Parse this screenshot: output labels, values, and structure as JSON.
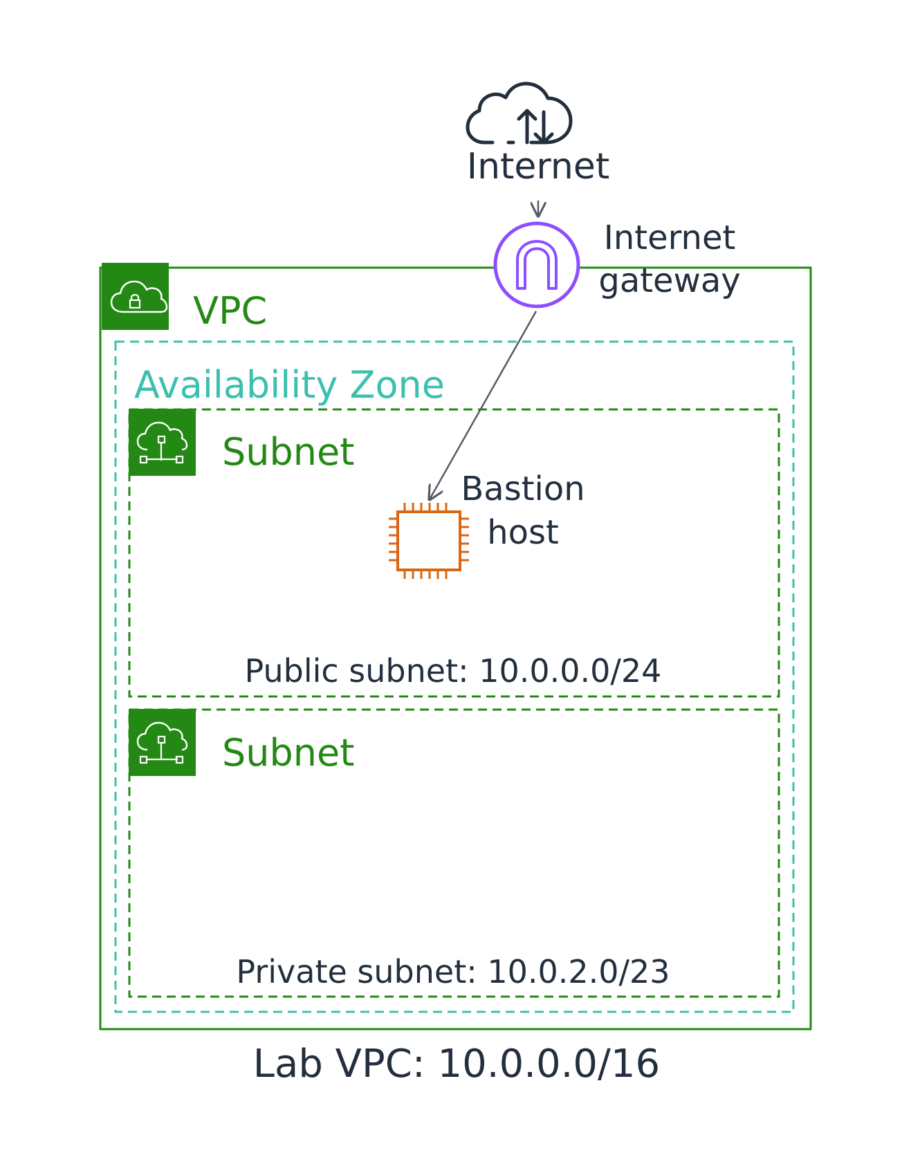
{
  "internet": {
    "label": "Internet"
  },
  "internet_gateway": {
    "label_line1": "Internet",
    "label_line2": "gateway"
  },
  "vpc": {
    "label": "VPC",
    "caption": "Lab VPC: 10.0.0.0/16"
  },
  "availability_zone": {
    "label": "Availability Zone"
  },
  "public_subnet": {
    "label": "Subnet",
    "caption": "Public subnet: 10.0.0.0/24"
  },
  "private_subnet": {
    "label": "Subnet",
    "caption": "Private subnet: 10.0.2.0/23"
  },
  "bastion_host": {
    "label_line1": "Bastion",
    "label_line2": "host"
  },
  "colors": {
    "vpc_green": "#248814",
    "az_teal": "#3CC0AE",
    "gateway_purple": "#8C4FFF",
    "ec2_orange": "#D86613",
    "dark_text": "#232F3E",
    "arrow_gray": "#545B64"
  }
}
